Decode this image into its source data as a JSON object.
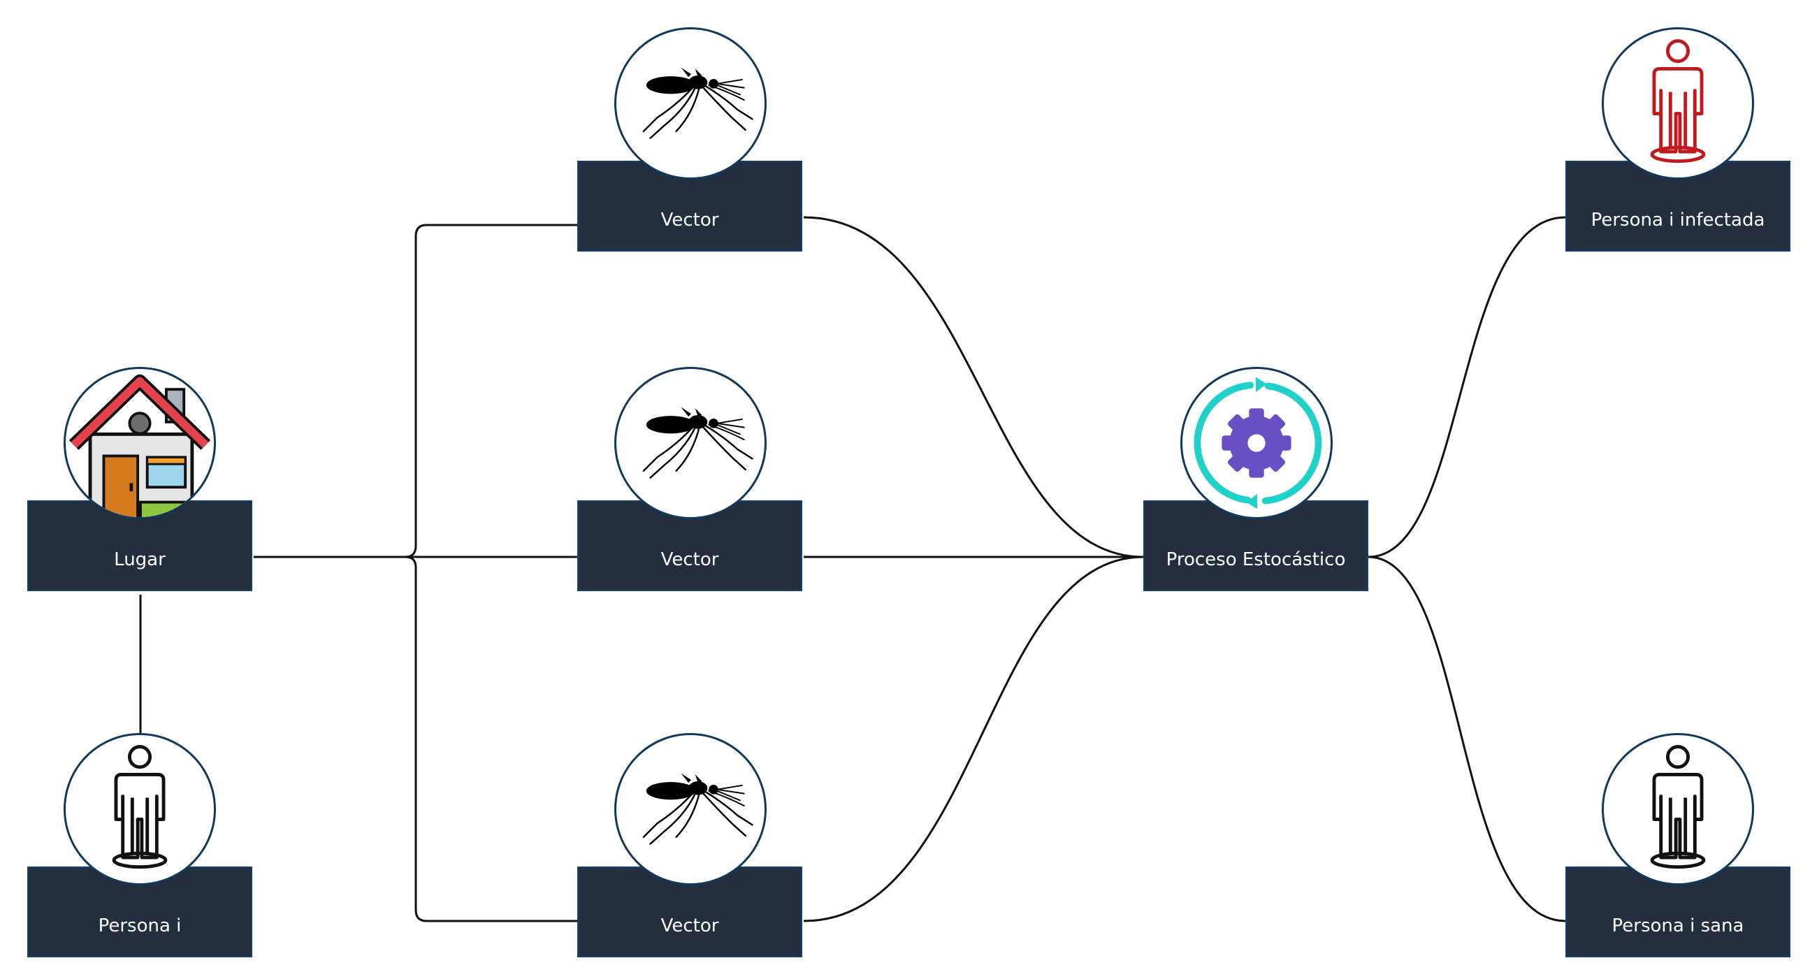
{
  "diagram": {
    "nodes": [
      {
        "id": "vector-1",
        "label": "Vector",
        "icon": "mosquito-icon"
      },
      {
        "id": "vector-2",
        "label": "Vector",
        "icon": "mosquito-icon"
      },
      {
        "id": "vector-3",
        "label": "Vector",
        "icon": "mosquito-icon"
      },
      {
        "id": "lugar",
        "label": "Lugar",
        "icon": "house-icon"
      },
      {
        "id": "persona-i",
        "label": "Persona i",
        "icon": "person-icon"
      },
      {
        "id": "proceso",
        "label": "Proceso Estocástico",
        "icon": "gear-cycle-icon"
      },
      {
        "id": "persona-infectada",
        "label": "Persona i infectada",
        "icon": "person-red-icon"
      },
      {
        "id": "persona-sana",
        "label": "Persona i sana",
        "icon": "person-icon"
      }
    ],
    "edges": [
      {
        "from": "lugar",
        "to": "persona-i"
      },
      {
        "from": "lugar",
        "to": "vector-1"
      },
      {
        "from": "lugar",
        "to": "vector-2"
      },
      {
        "from": "lugar",
        "to": "vector-3"
      },
      {
        "from": "vector-1",
        "to": "proceso"
      },
      {
        "from": "vector-2",
        "to": "proceso"
      },
      {
        "from": "vector-3",
        "to": "proceso"
      },
      {
        "from": "proceso",
        "to": "persona-infectada"
      },
      {
        "from": "proceso",
        "to": "persona-sana"
      }
    ],
    "colors": {
      "box_fill": "#232e3e",
      "circle_border": "#12385a",
      "connector": "#111111",
      "infected_person": "#c0191e",
      "gear": "#6a4fc4",
      "cycle_arrows": "#1fd1c9"
    }
  }
}
